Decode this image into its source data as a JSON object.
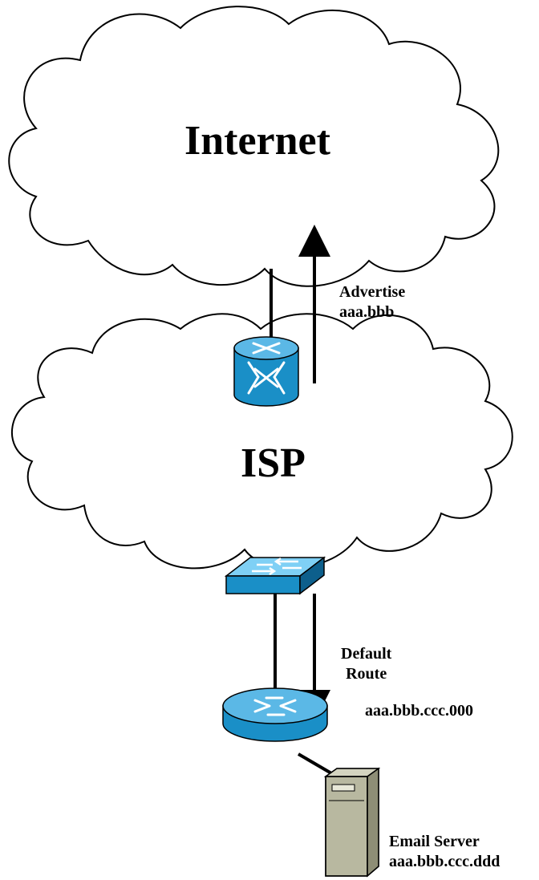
{
  "clouds": {
    "internet_label": "Internet",
    "isp_label": "ISP"
  },
  "annotations": {
    "advertise_line1": "Advertise",
    "advertise_line2": "aaa.bbb",
    "default_line1": "Default",
    "default_line2": "Route"
  },
  "nodes": {
    "router_address": "aaa.bbb.ccc.000",
    "server_name": "Email Server",
    "server_address": "aaa.bbb.ccc.ddd"
  },
  "colors": {
    "device_blue": "#1a8fc7",
    "device_blue_dark": "#0d5f8c",
    "server_gray": "#b8b8a0"
  },
  "icons": [
    "cloud-icon",
    "router-icon",
    "atm-switch-icon",
    "workgroup-switch-icon",
    "server-icon"
  ]
}
